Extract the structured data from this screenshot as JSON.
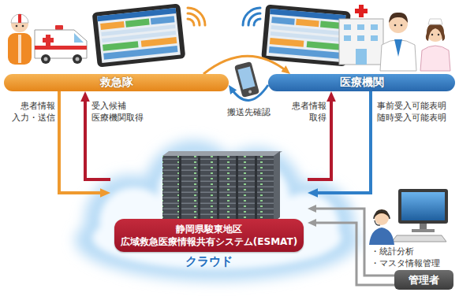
{
  "diagram": {
    "nodes": [
      {
        "text": [
          "救急隊"
        ]
      },
      {
        "text": [
          "医療機関"
        ]
      },
      {
        "text": [
          "クラウド"
        ]
      },
      {
        "text": [
          "静岡県駿東地区 広域救急医療情報共有システム(ESMAT)"
        ],
        "in": 2
      },
      {
        "text": [
          "管理者"
        ]
      }
    ],
    "edges": [
      {
        "from": 0,
        "to": 2,
        "arrow": "to",
        "label": "患者情報 入力・送信"
      },
      {
        "from": 2,
        "to": 0,
        "arrow": "to",
        "label": "受入候補 医療機関取得"
      },
      {
        "from": 2,
        "to": 1,
        "arrow": "to",
        "label": "患者情報 取得"
      },
      {
        "from": 1,
        "to": 2,
        "arrow": "to",
        "label": "事前受入可能表明 随時受入可能表明"
      },
      {
        "from": 0,
        "to": 1,
        "arrow": "to",
        "label": "搬送先確認"
      },
      {
        "from": 1,
        "to": 0,
        "arrow": "to"
      },
      {
        "from": 4,
        "to": 2,
        "arrow": "to"
      },
      {
        "from": 4,
        "to": 2,
        "arrow": "to"
      }
    ],
    "labels": [
      "・統計分析",
      "・マスタ情報管理"
    ]
  }
}
